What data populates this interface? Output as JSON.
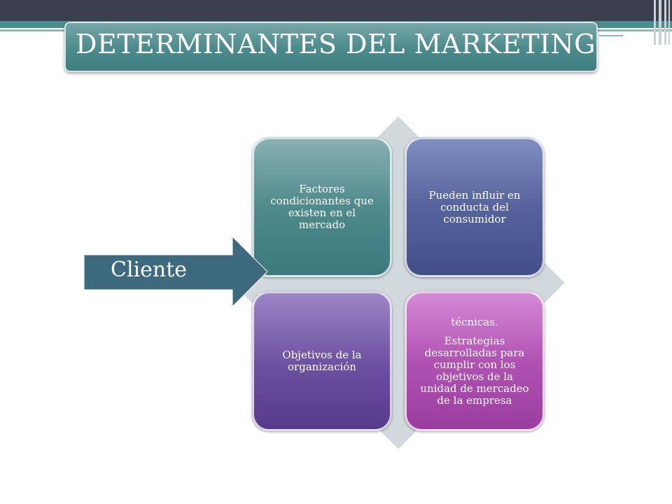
{
  "slide": {
    "title": "DETERMINANTES DEL MARKETING"
  },
  "diagram": {
    "quadrants": [
      {
        "text": "Factores condicionantes que existen en el mercado",
        "color": "#4f8a8c"
      },
      {
        "text": "Pueden influir en conducta del consumidor",
        "color": "#56639c"
      },
      {
        "text": "Objetivos de la organización",
        "color": "#6b4fa0"
      },
      {
        "text_top": "técnicas.",
        "text": "Estrategias desarrolladas para cumplir con los objetivos de la unidad de mercadeo de la empresa",
        "color": "#b152b3"
      }
    ],
    "arrow": {
      "label": "Cliente",
      "color": "#3e6a80"
    },
    "background_diamond_color": "#d2d9dc"
  },
  "theme": {
    "title_color": "#4c8a8c",
    "top_band_color": "#3b3f4e"
  }
}
